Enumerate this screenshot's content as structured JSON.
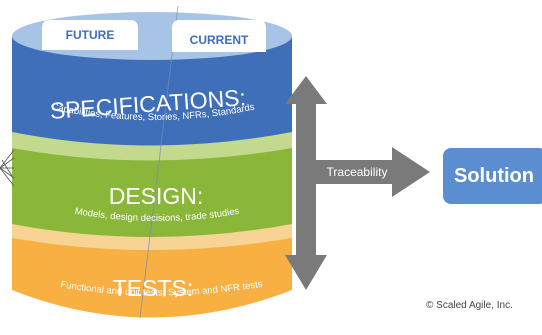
{
  "tabs": {
    "future": "FUTURE",
    "current": "CURRENT"
  },
  "layers": {
    "specifications": {
      "title": "SPECIFICATIONS:",
      "subtitle": "Capabilities, Features, Stories, NFRs, Standards"
    },
    "design": {
      "title": "DESIGN:",
      "subtitle": "Models, design decisions, trade studies"
    },
    "tests": {
      "title": "TESTS:",
      "subtitle": "Functional and unit tests, System and NFR tests"
    }
  },
  "traceability_label": "Traceability",
  "solution_label": "Solution",
  "copyright": "© Scaled Agile, Inc.",
  "colors": {
    "top_surface": "#a7c3e6",
    "specifications": "#3e6fb8",
    "design": "#8ab63a",
    "design_band": "#c3d98e",
    "tests": "#f7b041",
    "tests_band": "#f8d494",
    "arrow": "#7a7a7a",
    "solution": "#5b8ed0"
  }
}
